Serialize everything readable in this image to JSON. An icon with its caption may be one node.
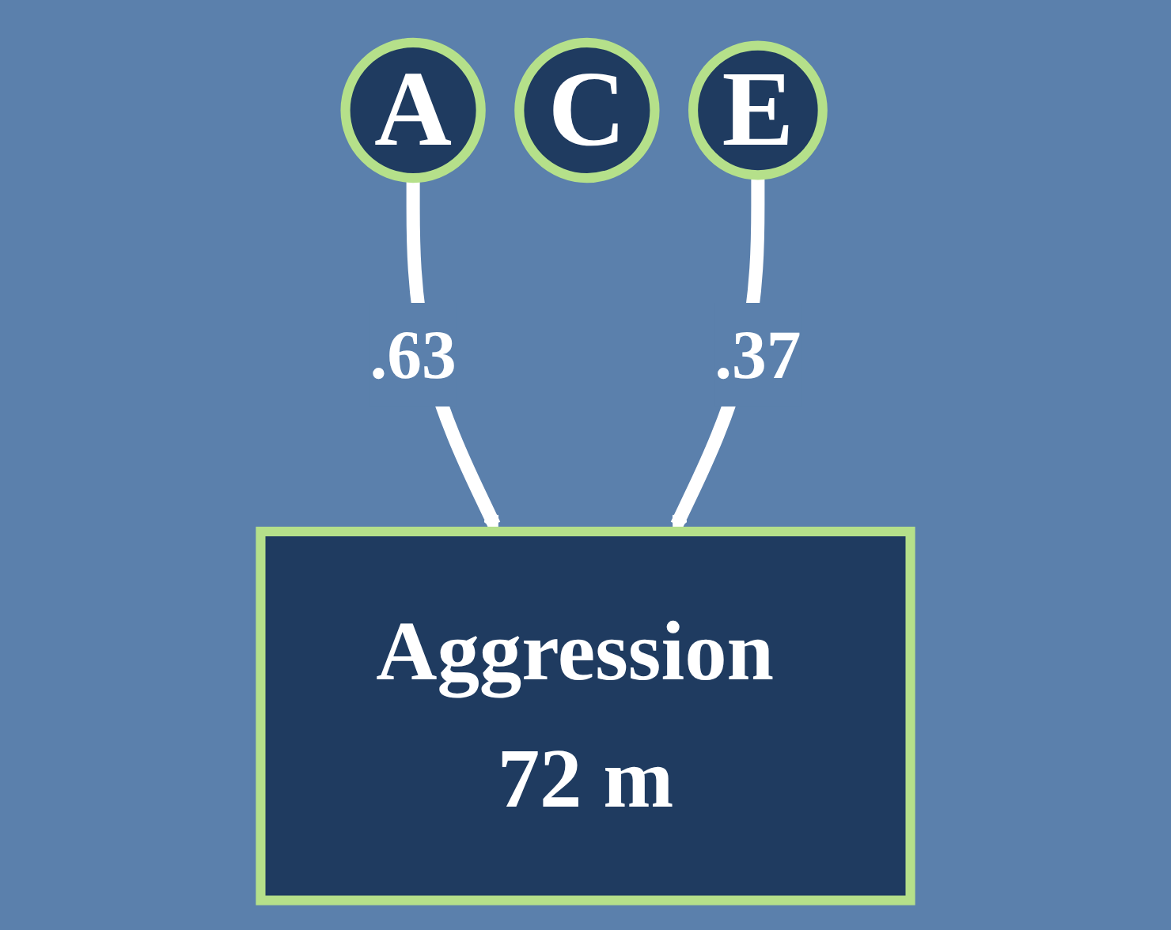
{
  "diagram": {
    "nodes": [
      {
        "text": [
          "A"
        ]
      },
      {
        "text": [
          "C"
        ]
      },
      {
        "text": [
          "E"
        ]
      },
      {
        "text": [
          "Aggression 72 m"
        ]
      }
    ],
    "edges": [
      {
        "from": 0,
        "to": 3,
        "arrow": "to",
        "label": ".63"
      },
      {
        "from": 2,
        "to": 3,
        "arrow": "to",
        "label": ".37"
      }
    ]
  }
}
